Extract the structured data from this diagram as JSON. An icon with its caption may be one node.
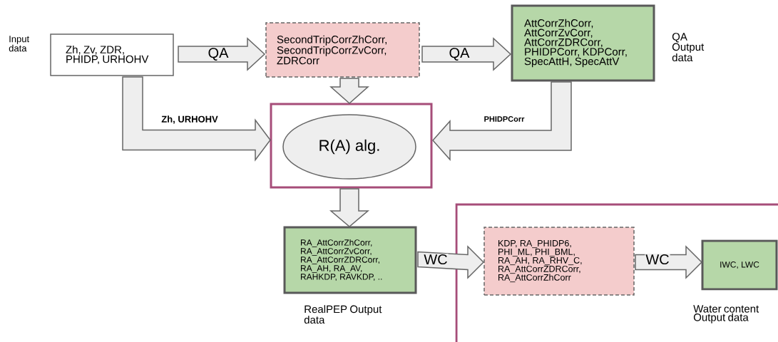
{
  "diagram": {
    "nodes": [
      {
        "text": [
          "Zh, Zv, ZDR, PHIDP, URHOHV"
        ],
        "beside": [
          "Input data"
        ]
      },
      {
        "text": [
          "SecondTripCorrZhCorr,SecondTripCorrZvCorr, ZDRCorr"
        ]
      },
      {
        "text": [
          "AttCorrZhCorr, AttCorrZvCorr, AttCorrZDRCorr, PHIDPCorr, KDPCorr, SpecAttH, SpecAttV"
        ],
        "beside": [
          "QA Output data"
        ]
      },
      {
        "text": [],
        "shape": "box"
      },
      {
        "text": [
          "R(A) alg."
        ],
        "in": 3
      },
      {
        "text": [
          "RA_AttCorrZhCorr, RA_AttCorrZvCorr, RA_AttCorrZDRCorr, RA_AH, RA_AV, RAHKDP, RAVKDP, .."
        ],
        "beside": [
          "RealPEP Output data"
        ]
      },
      {
        "text": [],
        "shape": "box"
      },
      {
        "text": [
          "KDP, RA_PHIDP6, PHI_ML, PHI_BML, RA_AH, RA_RHV_C, RA_AttCorrZDRCorr, RA_AttCorrZhCorr"
        ],
        "in": 6
      },
      {
        "text": [
          "IWC, LWC"
        ],
        "in": 6,
        "beside": [
          "Water content Output data"
        ]
      }
    ],
    "edges": [
      {
        "from": 0,
        "to": 1,
        "arrow": "to",
        "label": "QA"
      },
      {
        "from": 1,
        "to": 2,
        "arrow": "to",
        "label": "QA"
      },
      {
        "from": 1,
        "to": 3,
        "arrow": "to"
      },
      {
        "from": 0,
        "to": 3,
        "arrow": "to",
        "label": "Zh, URHOHV"
      },
      {
        "from": 2,
        "to": 3,
        "arrow": "to",
        "label": "PHIDPCorr"
      },
      {
        "from": 3,
        "to": 5,
        "arrow": "to"
      },
      {
        "from": 5,
        "to": 7,
        "arrow": "to",
        "label": "WC"
      },
      {
        "from": 7,
        "to": 8,
        "arrow": "to",
        "label": "WC"
      }
    ]
  }
}
